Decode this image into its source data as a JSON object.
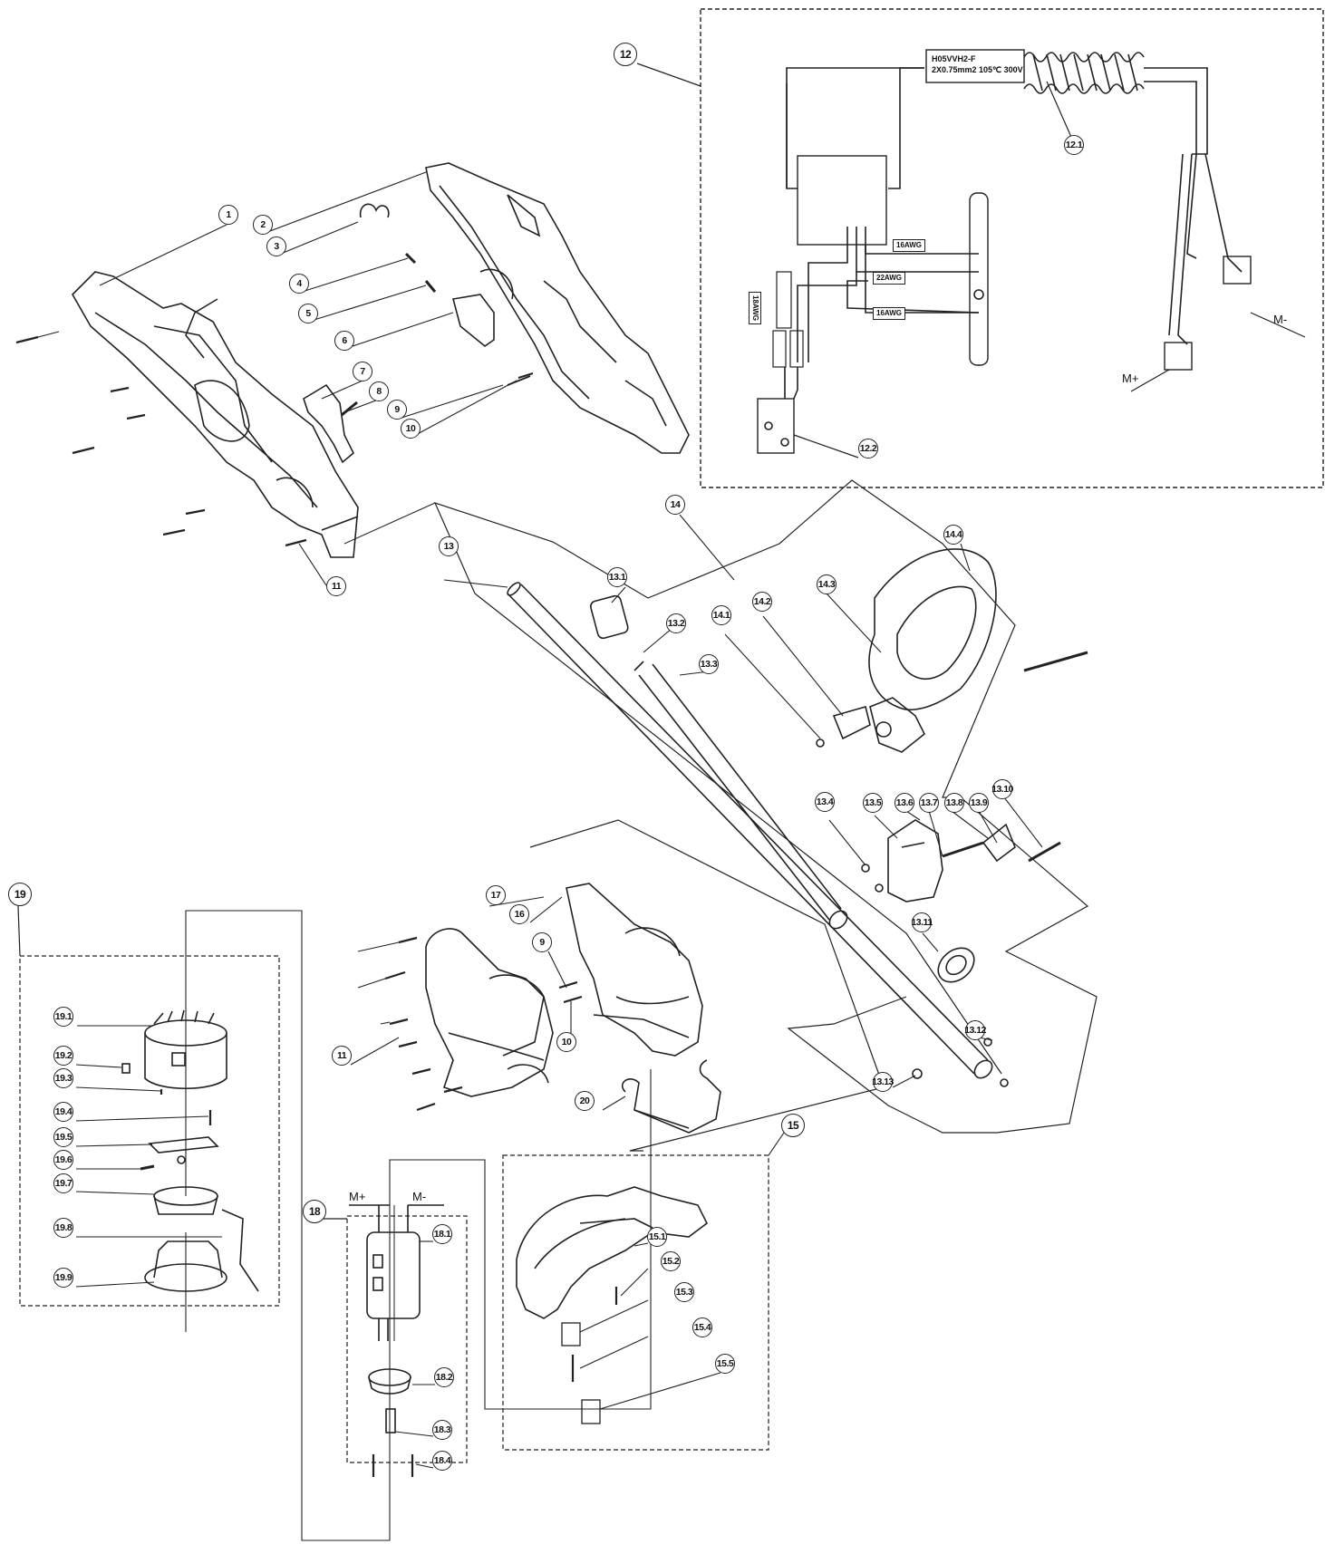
{
  "cable_spec": {
    "line1": "H05VVH2-F",
    "line2": "2X0.75mm2 105℃ 300V"
  },
  "wires": [
    {
      "key": "16AWG_a",
      "label": "16AWG"
    },
    {
      "key": "22AWG",
      "label": "22AWG"
    },
    {
      "key": "16AWG_b",
      "label": "16AWG"
    },
    {
      "key": "18AWG",
      "label": "18AWG"
    }
  ],
  "terminals": {
    "m_plus": "M+",
    "m_minus": "M-"
  },
  "parts": [
    {
      "id": "1"
    },
    {
      "id": "2"
    },
    {
      "id": "3"
    },
    {
      "id": "4"
    },
    {
      "id": "5"
    },
    {
      "id": "6"
    },
    {
      "id": "7"
    },
    {
      "id": "8"
    },
    {
      "id": "9"
    },
    {
      "id": "10"
    },
    {
      "id": "11"
    },
    {
      "id": "12"
    },
    {
      "id": "12.1"
    },
    {
      "id": "12.2"
    },
    {
      "id": "13"
    },
    {
      "id": "13.1"
    },
    {
      "id": "13.2"
    },
    {
      "id": "13.3"
    },
    {
      "id": "13.4"
    },
    {
      "id": "13.5"
    },
    {
      "id": "13.6"
    },
    {
      "id": "13.7"
    },
    {
      "id": "13.8"
    },
    {
      "id": "13.9"
    },
    {
      "id": "13.10"
    },
    {
      "id": "13.11"
    },
    {
      "id": "13.12"
    },
    {
      "id": "13.13"
    },
    {
      "id": "14"
    },
    {
      "id": "14.1"
    },
    {
      "id": "14.2"
    },
    {
      "id": "14.3"
    },
    {
      "id": "14.4"
    },
    {
      "id": "15"
    },
    {
      "id": "15.1"
    },
    {
      "id": "15.2"
    },
    {
      "id": "15.3"
    },
    {
      "id": "15.4"
    },
    {
      "id": "15.5"
    },
    {
      "id": "16"
    },
    {
      "id": "17"
    },
    {
      "id": "18"
    },
    {
      "id": "18.1"
    },
    {
      "id": "18.2"
    },
    {
      "id": "18.3"
    },
    {
      "id": "18.4"
    },
    {
      "id": "19"
    },
    {
      "id": "19.1"
    },
    {
      "id": "19.2"
    },
    {
      "id": "19.3"
    },
    {
      "id": "19.4"
    },
    {
      "id": "19.5"
    },
    {
      "id": "19.6"
    },
    {
      "id": "19.7"
    },
    {
      "id": "19.8"
    },
    {
      "id": "19.9"
    },
    {
      "id": "20"
    },
    {
      "id": "9b"
    },
    {
      "id": "10b"
    },
    {
      "id": "11b"
    }
  ],
  "part_text": {
    "9b": "9",
    "10b": "10",
    "11b": "11"
  }
}
